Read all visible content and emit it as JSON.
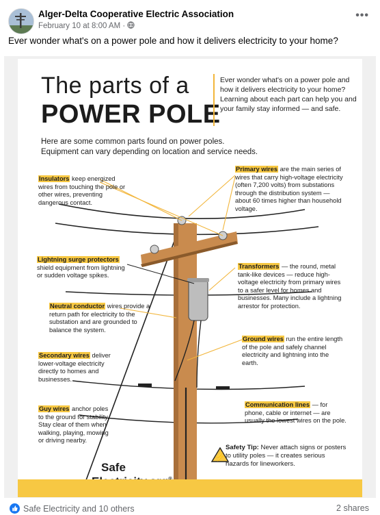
{
  "post": {
    "page_name": "Alger-Delta Cooperative Electric Association",
    "timestamp": "February 10 at 8:00 AM",
    "separator": "·",
    "more_icon": "more-dots-icon",
    "text": "Ever wonder what's on a power pole and how it delivers electricity to your home?"
  },
  "poster": {
    "title_line1": "The parts of a",
    "title_line2": "POWER POLE",
    "intro": "Ever wonder what's on a power pole and how it delivers electricity to your home? Learning about each part can help you and your family stay informed — and safe.",
    "subtitle_line1": "Here are some common parts found on power poles.",
    "subtitle_line2": "Equipment can vary depending on location and service needs.",
    "callouts": {
      "insulators": {
        "label": "Insulators",
        "text": " keep energized wires from touching the pole or other wires, preventing dangerous contact."
      },
      "primary": {
        "label": "Primary wires",
        "text": " are the main series of wires that carry high-voltage electricity (often 7,200 volts) from substations through the distribution system — about 60 times higher than household voltage."
      },
      "lightning": {
        "label": "Lightning surge protectors",
        "text": " shield equipment from lightning or sudden voltage spikes."
      },
      "transformers": {
        "label": "Transformers",
        "text": " — the round, metal tank-like devices — reduce high-voltage electricity from primary wires to a safer level for homes and businesses. Many include a lightning arrestor for protection."
      },
      "neutral": {
        "label": "Neutral conductor",
        "text": " wires provide a return path for electricity to the substation and are grounded to balance the system."
      },
      "ground": {
        "label": "Ground wires",
        "text": " run the entire length of the pole and safely channel electricity and lightning into the earth."
      },
      "secondary": {
        "label": "Secondary wires",
        "text": " deliver lower-voltage electricity directly to homes and businesses."
      },
      "guy": {
        "label": "Guy wires",
        "text": " anchor poles to the ground for stability. Stay clear of them when walking, playing, mowing or driving nearby."
      },
      "communication": {
        "label": "Communication lines",
        "text": " — for phone, cable or internet — are usually the lowest wires on the pole."
      }
    },
    "safety_label": "Safety Tip:",
    "safety_text": " Never attach signs or posters to utility poles — it creates serious hazards for lineworkers.",
    "logo_line1": "Safe",
    "logo_line2": "Electricity.org",
    "logo_mark": "®"
  },
  "footer": {
    "reactions": "Safe Electricity and 10 others",
    "shares": "2 shares"
  },
  "colors": {
    "highlight": "#f7c843",
    "pole": "#c98b4e",
    "pole_dark": "#8a5a2b",
    "meta_gray": "#65676b",
    "like_blue": "#1877f2"
  }
}
